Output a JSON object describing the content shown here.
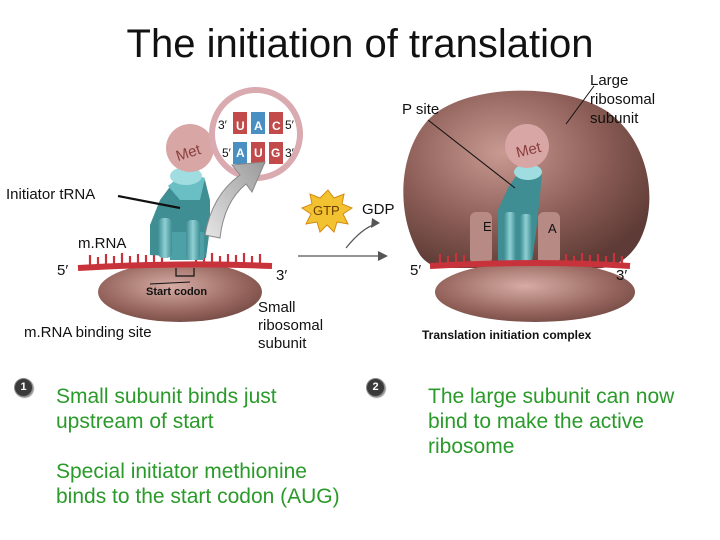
{
  "title": "The initiation of translation",
  "labels": {
    "met_left": "Met",
    "met_right": "Met",
    "anticodon_3": "3′",
    "anticodon_u": "U",
    "anticodon_a": "A",
    "anticodon_c": "C",
    "anticodon_5": "5′",
    "codon_5": "5′",
    "codon_a": "A",
    "codon_u": "U",
    "codon_g": "G",
    "codon_3": "3′",
    "initiator_trna": "Initiator tRNA",
    "gtp": "GTP",
    "gdp": "GDP",
    "mrna": "m.RNA",
    "mrna_5_left": "5′",
    "mrna_3_left": "3′",
    "start_codon": "Start codon",
    "mrna_binding_site": "m.RNA binding site",
    "small_subunit": [
      "Small",
      "ribosomal",
      "subunit"
    ],
    "p_site": "P site",
    "large_subunit": [
      "Large",
      "ribosomal",
      "subunit"
    ],
    "e_site": "E",
    "a_site": "A",
    "mrna_5_right": "5′",
    "mrna_3_right": "3′",
    "complex": "Translation initiation complex"
  },
  "steps": [
    {
      "number": "1",
      "text_lines": [
        "Small subunit binds just",
        "upstream of start"
      ],
      "extra_lines": [
        "Special initiator methionine",
        "binds to the start codon (AUG)"
      ]
    },
    {
      "number": "2",
      "text_lines": [
        "The large subunit can now",
        "bind to make the active",
        "ribosome"
      ]
    }
  ],
  "colors": {
    "ribosome": "#8a5c55",
    "ribosome_light": "#c99a92",
    "trna": "#5fb3b8",
    "mrna": "#c8323a",
    "met": "#d9a6a6",
    "uracil": "#c24a4a",
    "adenine": "#4a8fc2",
    "text_green": "#2a9a2a"
  }
}
